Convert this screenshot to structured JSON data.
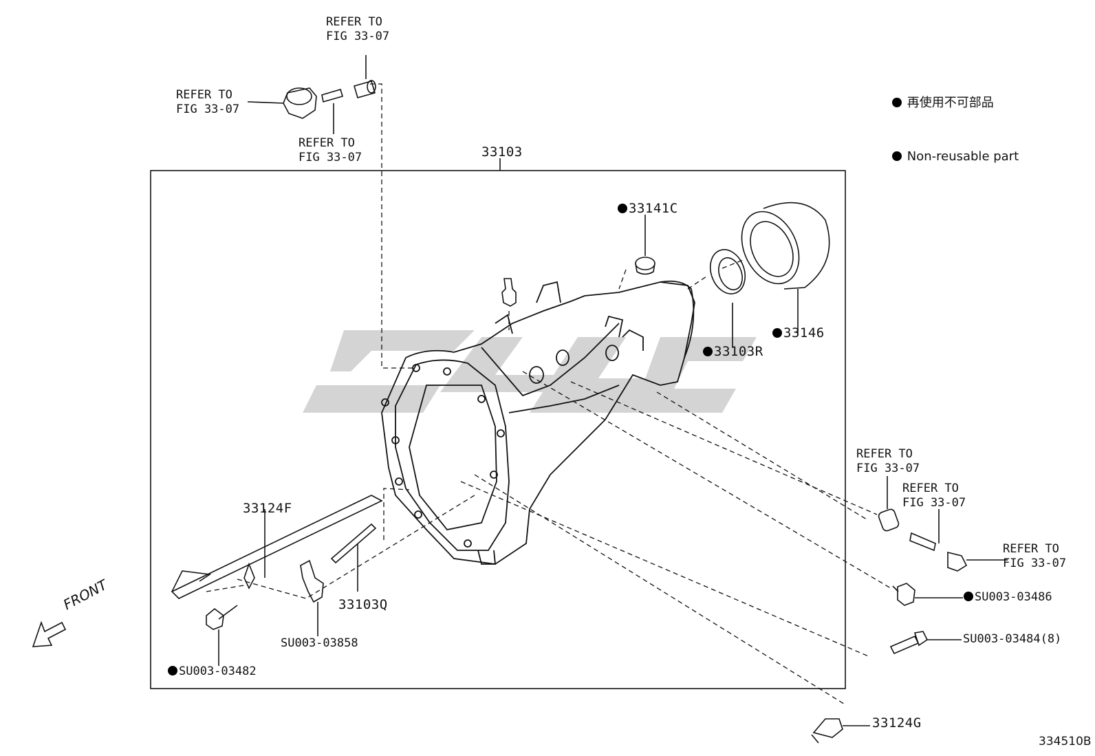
{
  "legend": {
    "line_jp": "再使用不可部品",
    "line_en": "Non-reusable part"
  },
  "labels": {
    "assembly": "33103",
    "p33141c": "33141C",
    "p33146": "33146",
    "p33103r": "33103R",
    "p33124f": "33124F",
    "p33103q": "33103Q",
    "su03858": "SU003-03858",
    "su03482": "SU003-03482",
    "su03486": "SU003-03486",
    "su03484": "SU003-03484(8)",
    "p33124g": "33124G",
    "refer_top1": "REFER TO\nFIG 33-07",
    "refer_top2": "REFER TO\nFIG 33-07",
    "refer_top3": "REFER TO\nFIG 33-07",
    "refer_right1": "REFER TO\nFIG 33-07",
    "refer_right2": "REFER TO\nFIG 33-07",
    "refer_right3": "REFER TO\nFIG 33-07"
  },
  "front_label": "FRONT",
  "figure_id": "334510B",
  "colors": {
    "line": "#111111",
    "watermark": "#d2d2d2"
  }
}
